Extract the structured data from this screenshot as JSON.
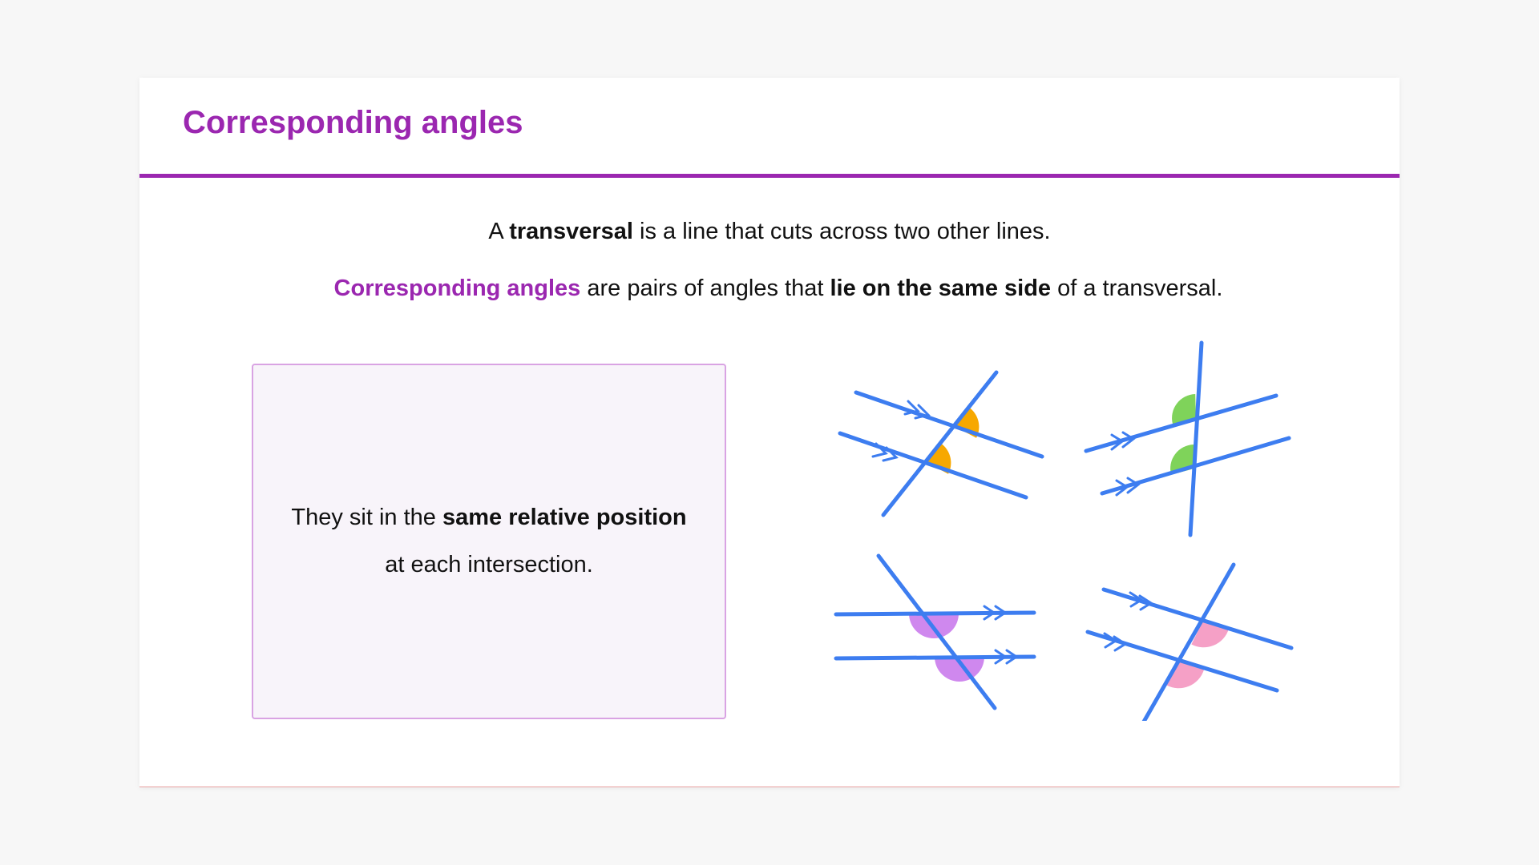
{
  "title": "Corresponding angles",
  "definition": {
    "pre": "A ",
    "term": "transversal",
    "post": " is a line that cuts across two other lines."
  },
  "corresponding": {
    "term": "Corresponding angles",
    "mid": " are pairs of angles that ",
    "emphasis": "lie on the same side",
    "post": " of a transversal."
  },
  "note": {
    "pre": "They sit in the ",
    "emphasis": "same relative position",
    "post": "at each intersection."
  },
  "colors": {
    "accent": "#9b27b0",
    "line": "#3d7df0",
    "orange": "#f7a800",
    "green": "#7fd35a",
    "purple": "#cf88ee",
    "pink": "#f5a0c6"
  },
  "diagram_examples": [
    {
      "name": "example-top-left",
      "angle_color": "orange"
    },
    {
      "name": "example-top-right",
      "angle_color": "green"
    },
    {
      "name": "example-bottom-left",
      "angle_color": "purple"
    },
    {
      "name": "example-bottom-right",
      "angle_color": "pink"
    }
  ]
}
